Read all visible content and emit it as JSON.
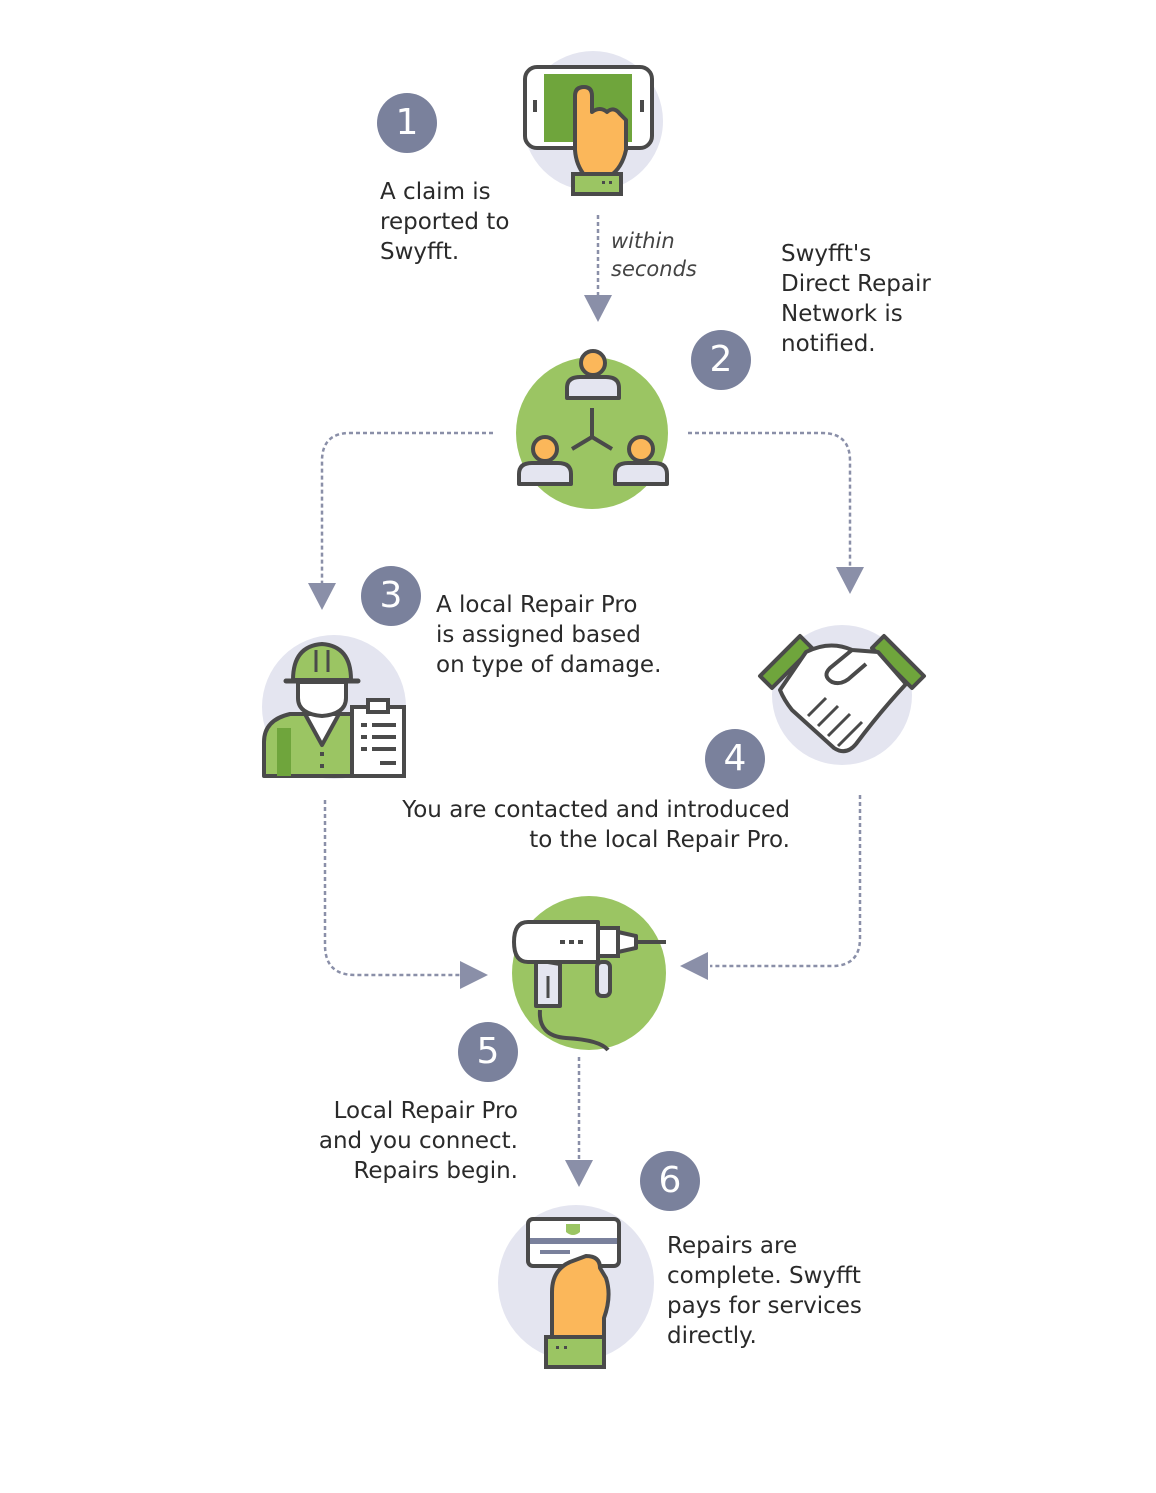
{
  "colors": {
    "accent_green": "#9bc563",
    "dark_green": "#6fa53c",
    "lavender": "#e4e5f0",
    "badge": "#7a819c",
    "outline": "#4a4a4a",
    "skin": "#fbb75a",
    "connector": "#8a8fa8"
  },
  "connector_label": [
    "within",
    "seconds"
  ],
  "steps": [
    {
      "number": "1",
      "icon": "tablet-touch-icon",
      "lines": [
        "A claim is",
        "reported to",
        "Swyfft."
      ]
    },
    {
      "number": "2",
      "icon": "network-people-icon",
      "lines": [
        "Swyfft's",
        "Direct Repair",
        "Network is",
        "notified."
      ]
    },
    {
      "number": "3",
      "icon": "repair-worker-icon",
      "lines": [
        "A local Repair Pro",
        "is assigned based",
        "on type of damage."
      ]
    },
    {
      "number": "4",
      "icon": "handshake-icon",
      "lines": [
        "You are contacted and introduced",
        "to the local Repair Pro."
      ]
    },
    {
      "number": "5",
      "icon": "power-drill-icon",
      "lines": [
        "Local Repair Pro",
        "and you connect.",
        "Repairs begin."
      ]
    },
    {
      "number": "6",
      "icon": "payment-card-icon",
      "lines": [
        "Repairs are",
        "complete. Swyfft",
        "pays for services",
        "directly."
      ]
    }
  ]
}
